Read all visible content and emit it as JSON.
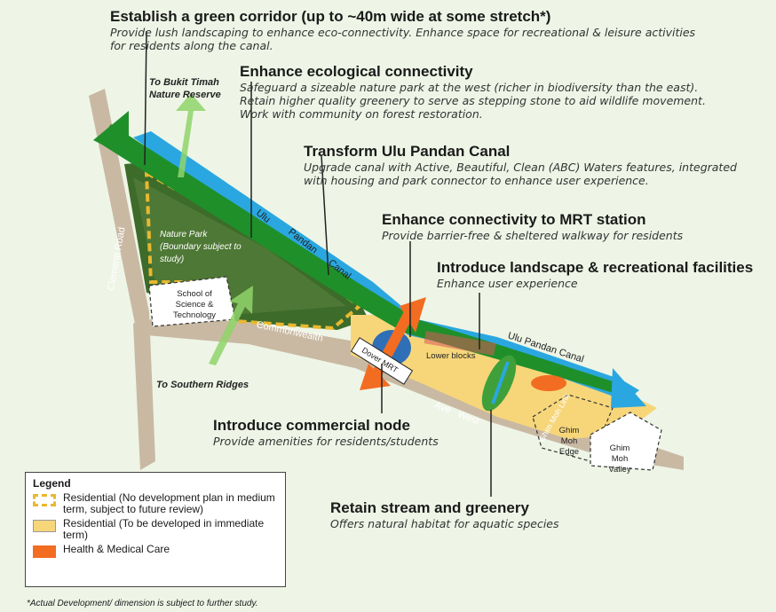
{
  "callouts": {
    "green_corridor": {
      "title": "Establish a green corridor (up to ~40m wide at some stretch*)",
      "desc": "Provide lush landscaping to enhance eco-connectivity. Enhance space for recreational & leisure activities for residents along the canal."
    },
    "ecological": {
      "title": "Enhance ecological connectivity",
      "desc": "Safeguard a sizeable nature park at the west (richer in biodiversity than the east). Retain higher quality greenery to serve as stepping stone to aid wildlife movement.  Work with community on forest restoration."
    },
    "canal": {
      "title": "Transform Ulu Pandan Canal",
      "desc": "Upgrade canal with Active, Beautiful, Clean (ABC) Waters features, integrated with housing and park connector to enhance user experience."
    },
    "mrt": {
      "title": "Enhance connectivity to MRT station",
      "desc": "Provide barrier-free & sheltered walkway for residents"
    },
    "landscape": {
      "title": "Introduce landscape & recreational facilities",
      "desc": "Enhance user experience"
    },
    "commercial": {
      "title": "Introduce commercial node",
      "desc": "Provide amenities for residents/students"
    },
    "stream": {
      "title": "Retain stream and greenery",
      "desc": "Offers natural habitat for aquatic species"
    }
  },
  "labels": {
    "bukit_timah": "To Bukit Timah Nature Reserve",
    "southern_ridges": "To Southern Ridges",
    "clementi": "Clementi Road",
    "nature_park": "Nature Park (Boundary subject to study)",
    "school": "School of Science & Technology",
    "commonwealth": "Commonwealth",
    "ave_west": "Ave   West",
    "dover_mrt": "Dover MRT",
    "lower_blocks": "Lower blocks",
    "ulu_pandan_canal_west_1": "Ulu",
    "ulu_pandan_canal_west_2": "Pandan",
    "ulu_pandan_canal_west_3": "Canal",
    "ulu_pandan_canal_east": "Ulu Pandan Canal",
    "ghim_moh_link": "Ghim Moh Link",
    "ghim_moh_edge": "Ghim Moh Edge",
    "ghim_moh_valley": "Ghim Moh Valley"
  },
  "legend": {
    "title": "Legend",
    "items": [
      {
        "label": "Residential (No development plan in medium term, subject to future review)",
        "color": "#f0c040"
      },
      {
        "label": "Residential (To be developed in immediate term)",
        "color": "#f7d67a"
      },
      {
        "label": "Health & Medical Care",
        "color": "#f26c22"
      }
    ]
  },
  "footnote": "*Actual Development/ dimension is subject to further study.",
  "colors": {
    "canal": "#2aa7e0",
    "corridor": "#1f8f2a",
    "residential": "#f7d67a",
    "health": "#f26c22",
    "road": "#c9b9a3"
  }
}
